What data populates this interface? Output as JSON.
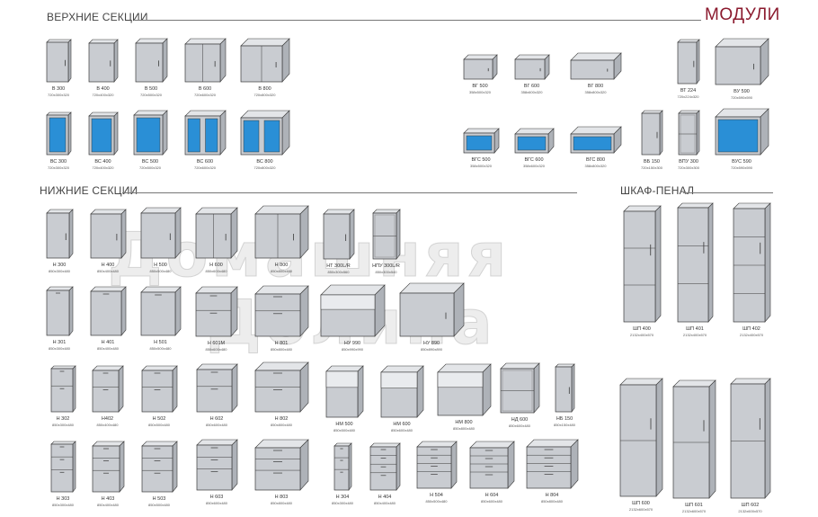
{
  "brand_title": "МОДУЛИ",
  "sections": {
    "upper": "ВЕРХНИЕ СЕКЦИИ",
    "lower": "НИЖНИЕ СЕКЦИИ",
    "tall": "ШКАФ-ПЕНАЛ"
  },
  "watermark": [
    "Домашняя",
    "Долина"
  ],
  "colors": {
    "carcass": "#c9ccd1",
    "edge": "#3a3a3a",
    "glass": "#2a8fd6",
    "accent": "#8b1a2e"
  },
  "cabinets": [
    {
      "code": "В 300",
      "dim": "720х300х320"
    },
    {
      "code": "В 400",
      "dim": "720х400х320"
    },
    {
      "code": "В 500",
      "dim": "720х500х320"
    },
    {
      "code": "В 600",
      "dim": "720х600х320"
    },
    {
      "code": "В 800",
      "dim": "720х800х320"
    },
    {
      "code": "ВС 300",
      "dim": "720х300х320"
    },
    {
      "code": "ВС 400",
      "dim": "720х400х320"
    },
    {
      "code": "ВС 500",
      "dim": "720х500х320"
    },
    {
      "code": "ВС 600",
      "dim": "720х600х320"
    },
    {
      "code": "ВС 800",
      "dim": "720х800х320"
    },
    {
      "code": "ВГ 500",
      "dim": "358х500х320"
    },
    {
      "code": "ВГ 600",
      "dim": "358х600х320"
    },
    {
      "code": "ВГ 800",
      "dim": "358х800х320"
    },
    {
      "code": "ВТ 224",
      "dim": "720х224х320"
    },
    {
      "code": "ВУ 590",
      "dim": "720х590х590"
    },
    {
      "code": "ВГС 500",
      "dim": "358х500х320"
    },
    {
      "code": "ВГС 600",
      "dim": "358х600х320"
    },
    {
      "code": "ВГС 800",
      "dim": "358х800х320"
    },
    {
      "code": "ВБ 150",
      "dim": "720х150х300"
    },
    {
      "code": "ВПУ 300",
      "dim": "720х300х300"
    },
    {
      "code": "ВУС 590",
      "dim": "720х590х590"
    },
    {
      "code": "Н 300",
      "dim": "850х300х480"
    },
    {
      "code": "Н 400",
      "dim": "850х400х480"
    },
    {
      "code": "Н 500",
      "dim": "850х500х480"
    },
    {
      "code": "Н 600",
      "dim": "850х600х480"
    },
    {
      "code": "Н 800",
      "dim": "850х800х480"
    },
    {
      "code": "НТ 300L/R",
      "dim": "850х300х560"
    },
    {
      "code": "НПУ 300L/R",
      "dim": "850х300х540"
    },
    {
      "code": "Н 301",
      "dim": "850х300х480"
    },
    {
      "code": "Н 401",
      "dim": "850х400х480"
    },
    {
      "code": "Н 501",
      "dim": "850х500х480"
    },
    {
      "code": "Н 601М",
      "dim": "850х600х480"
    },
    {
      "code": "Н 801",
      "dim": "850х800х480"
    },
    {
      "code": "НУ 990",
      "dim": "850х990х990"
    },
    {
      "code": "НУ 890",
      "dim": "850х890х890"
    },
    {
      "code": "Н 302",
      "dim": "850х300х480"
    },
    {
      "code": "Н402",
      "dim": "850х400х480"
    },
    {
      "code": "Н 502",
      "dim": "850х500х480"
    },
    {
      "code": "Н 602",
      "dim": "850х600х480"
    },
    {
      "code": "Н 802",
      "dim": "850х800х480"
    },
    {
      "code": "НМ 500",
      "dim": "850х500х480"
    },
    {
      "code": "НМ 600",
      "dim": "850х600х480"
    },
    {
      "code": "НМ 800",
      "dim": "850х800х480"
    },
    {
      "code": "НД 600",
      "dim": "850х600х480"
    },
    {
      "code": "НБ 150",
      "dim": "850х150х480"
    },
    {
      "code": "Н 303",
      "dim": "850х300х480"
    },
    {
      "code": "Н 403",
      "dim": "850х400х480"
    },
    {
      "code": "Н 503",
      "dim": "850х500х480"
    },
    {
      "code": "Н 603",
      "dim": "850х600х480"
    },
    {
      "code": "Н 803",
      "dim": "850х800х480"
    },
    {
      "code": "Н 304",
      "dim": "850х300х480"
    },
    {
      "code": "Н 404",
      "dim": "850х400х480"
    },
    {
      "code": "Н 504",
      "dim": "850х500х480"
    },
    {
      "code": "Н 604",
      "dim": "850х600х480"
    },
    {
      "code": "Н 804",
      "dim": "850х800х480"
    },
    {
      "code": "ШП 400",
      "dim": "2132х400х570"
    },
    {
      "code": "ШП 401",
      "dim": "2132х400х570"
    },
    {
      "code": "ШП 402",
      "dim": "2132х400х570"
    },
    {
      "code": "ШП 600",
      "dim": "2132х600х570"
    },
    {
      "code": "ШП 601",
      "dim": "2132х600х570"
    },
    {
      "code": "ШП 602",
      "dim": "2132х600х570"
    }
  ]
}
